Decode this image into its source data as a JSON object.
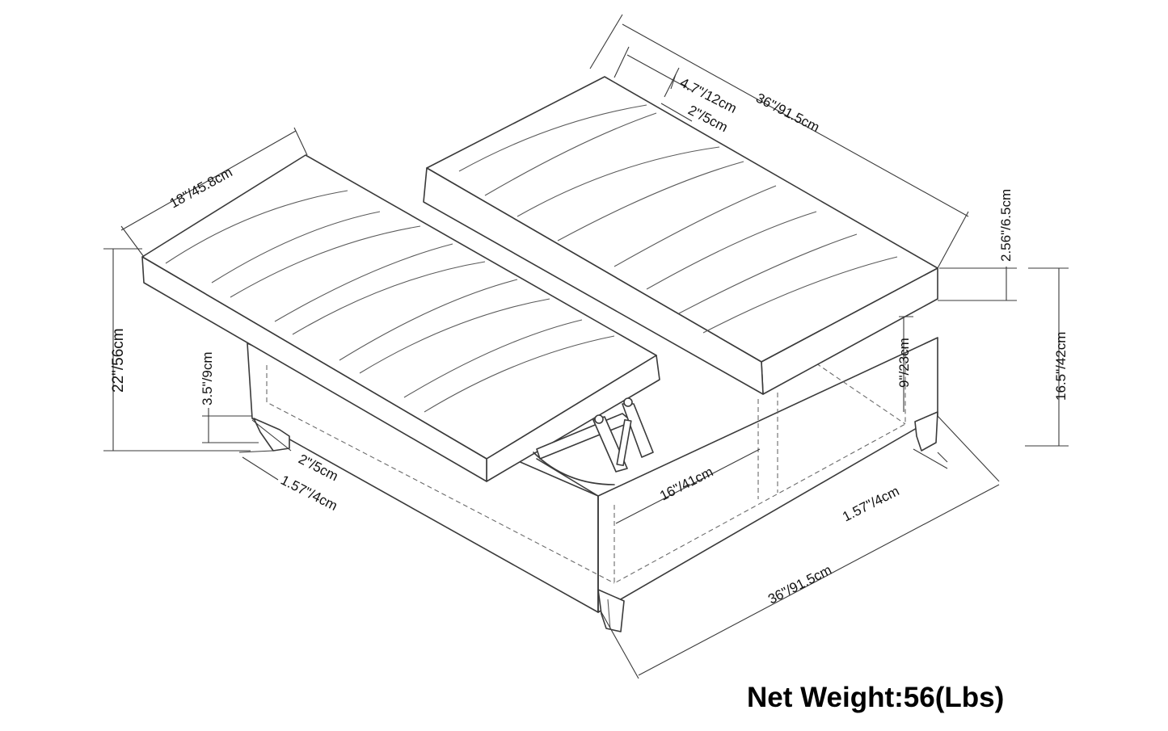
{
  "diagram": {
    "line_color": "#3a3a3a",
    "label_color": "#111111",
    "dimensions": {
      "top_width": "36\"/91.5cm",
      "panel_width": "4.7\"/12cm",
      "gap_width": "2\"/5cm",
      "lid_depth": "18\"/45.8cm",
      "lid_thickness": "2.56\"/6.5cm",
      "overall_height": "22\"/56cm",
      "seat_height": "16.5\"/42cm",
      "inner_depth": "9\"/23cm",
      "lift_height": "3.5\"/9cm",
      "leg_height": "2\"/5cm",
      "leg_width_left": "1.57\"/4cm",
      "inner_width": "16\"/41cm",
      "leg_width_right": "1.57\"/4cm",
      "bottom_width": "36\"/91.5cm"
    }
  },
  "net_weight": "Net Weight:56(Lbs)"
}
